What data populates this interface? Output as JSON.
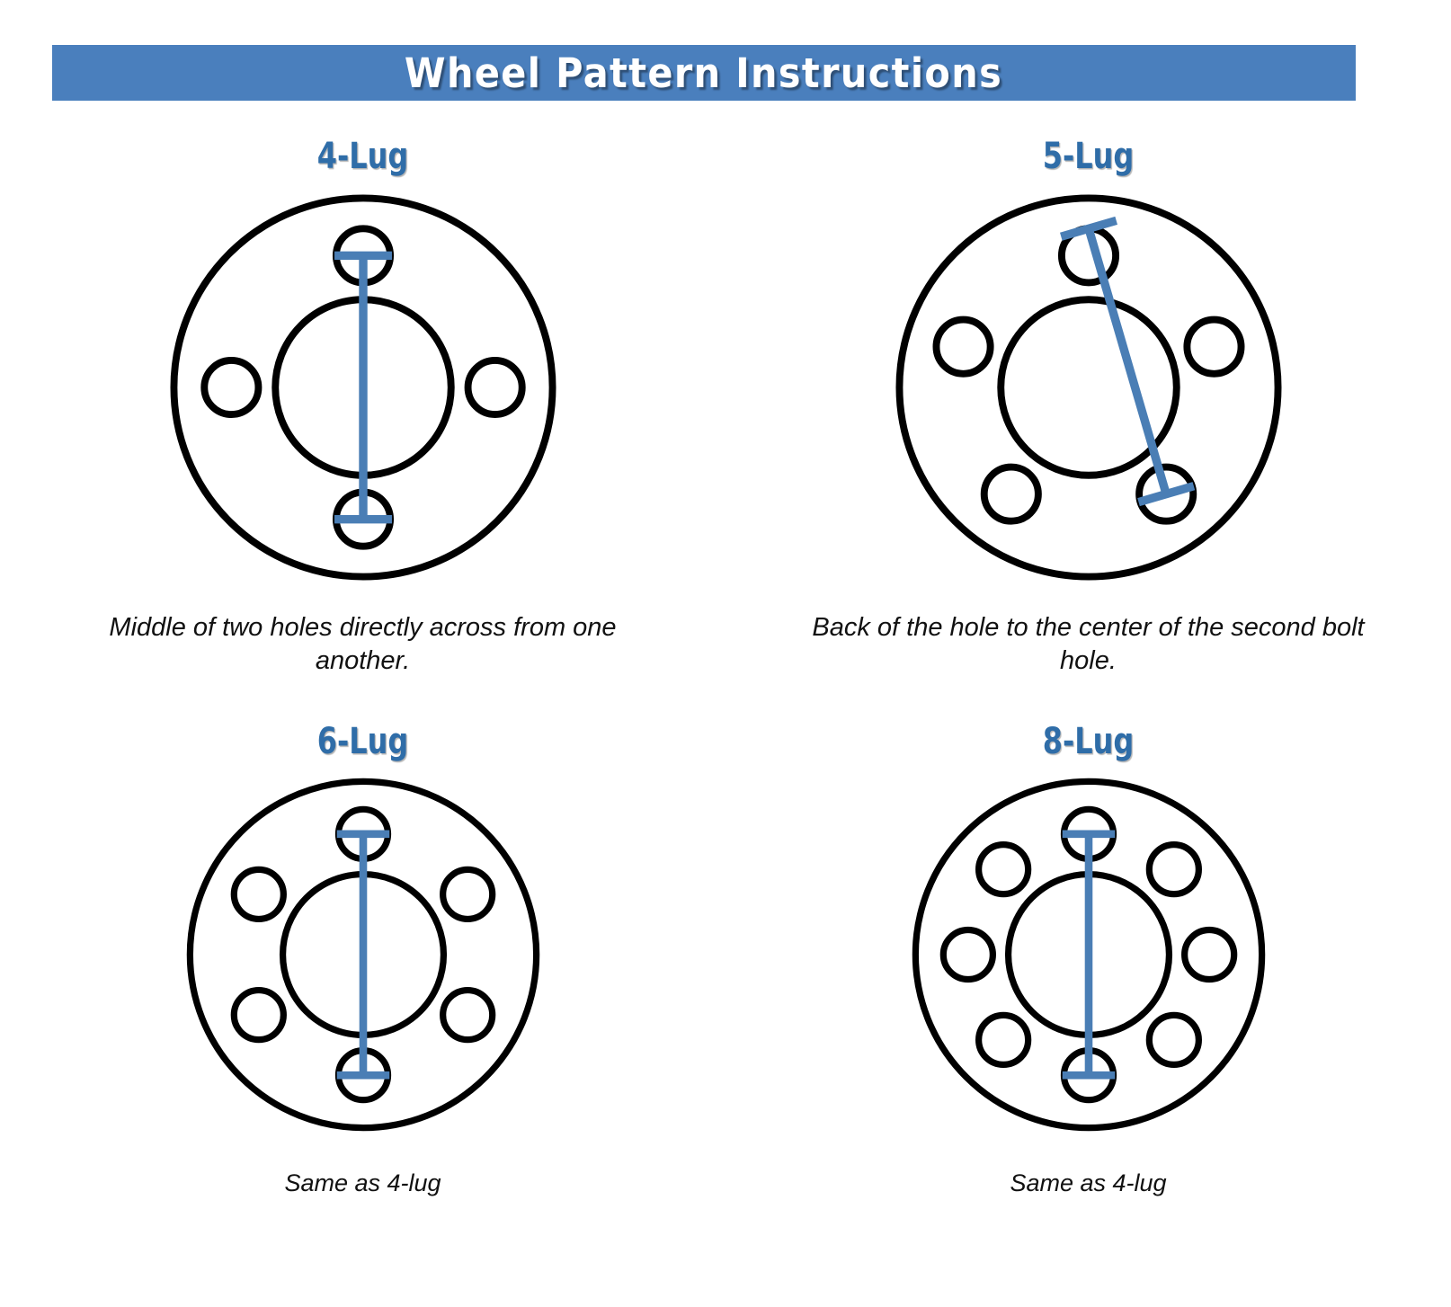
{
  "header": {
    "title": "Wheel Pattern Instructions",
    "background_color": "#4A7FBD",
    "text_color": "#FFFFFF"
  },
  "theme": {
    "accent_blue": "#4A7FBD",
    "label_blue": "#2F6DA8",
    "measure_line_color": "#4A7EB5",
    "outline_color": "#000000",
    "page_background": "#FFFFFF"
  },
  "panels": [
    {
      "id": "four-lug",
      "title": "4-Lug",
      "caption": "Middle of two holes directly across from one another.",
      "lug_count": 4,
      "measure_type": "vertical",
      "measure_label": "center-to-center across"
    },
    {
      "id": "five-lug",
      "title": "5-Lug",
      "caption": "Back of the hole to the center of the second bolt hole.",
      "lug_count": 5,
      "measure_type": "diagonal",
      "measure_label": "back of hole to center of second hole"
    },
    {
      "id": "six-lug",
      "title": "6-Lug",
      "caption": "Same as 4-lug",
      "lug_count": 6,
      "measure_type": "vertical",
      "measure_label": "center-to-center across"
    },
    {
      "id": "eight-lug",
      "title": "8-Lug",
      "caption": "Same as 4-lug",
      "lug_count": 8,
      "measure_type": "vertical",
      "measure_label": "center-to-center across"
    }
  ],
  "diagram_geometry": {
    "outer_radius": 112,
    "hub_radius": 52,
    "bolt_circle_radius": 78,
    "bolt_hole_radius": 16,
    "outline_stroke_width": 4.2,
    "measure_stroke_width": 5.0,
    "tick_half_length": 17
  }
}
